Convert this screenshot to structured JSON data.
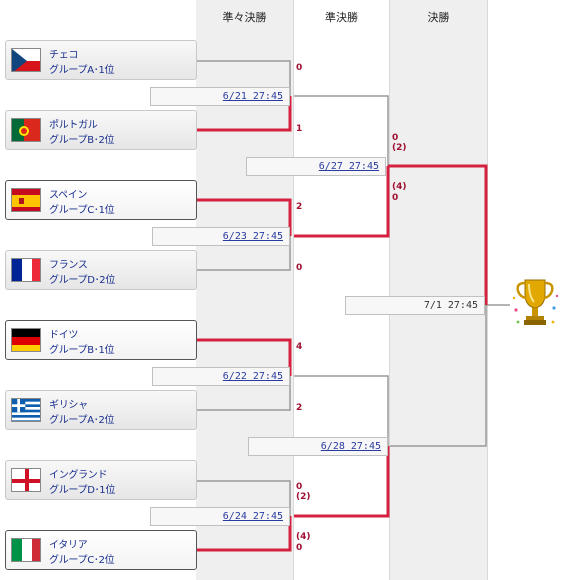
{
  "rounds": [
    "準々決勝",
    "準決勝",
    "決勝"
  ],
  "teams": [
    {
      "name": "チェコ",
      "group": "グループA･1位",
      "flag": "czech-flag"
    },
    {
      "name": "ポルトガル",
      "group": "グループB･2位",
      "flag": "portugal-flag"
    },
    {
      "name": "スペイン",
      "group": "グループC･1位",
      "flag": "spain-flag"
    },
    {
      "name": "フランス",
      "group": "グループD･2位",
      "flag": "france-flag"
    },
    {
      "name": "ドイツ",
      "group": "グループB･1位",
      "flag": "germany-flag"
    },
    {
      "name": "ギリシャ",
      "group": "グループA･2位",
      "flag": "greece-flag"
    },
    {
      "name": "イングランド",
      "group": "グループD･1位",
      "flag": "england-flag"
    },
    {
      "name": "イタリア",
      "group": "グループC･2位",
      "flag": "italy-flag"
    }
  ],
  "quarterfinals": [
    {
      "date": "6/21 27:45",
      "score_top": "0",
      "score_bottom": "1"
    },
    {
      "date": "6/23 27:45",
      "score_top": "2",
      "score_bottom": "0"
    },
    {
      "date": "6/22 27:45",
      "score_top": "4",
      "score_bottom": "2"
    },
    {
      "date": "6/24 27:45",
      "score_top": "0",
      "score_top_pk": "(2)",
      "score_bottom": "0",
      "score_bottom_pk": "(4)"
    }
  ],
  "semifinals": [
    {
      "date": "6/27 27:45",
      "score_top": "0",
      "score_top_pk": "(2)",
      "score_bottom": "0",
      "score_bottom_pk": "(4)"
    },
    {
      "date": "6/28 27:45"
    }
  ],
  "final": {
    "date": "7/1 27:45"
  },
  "trophy": "trophy-icon",
  "colors": {
    "winner_line": "#d6203f",
    "bracket_line": "#9a9a9a",
    "link": "#1a2f8f",
    "score": "#a01030"
  }
}
